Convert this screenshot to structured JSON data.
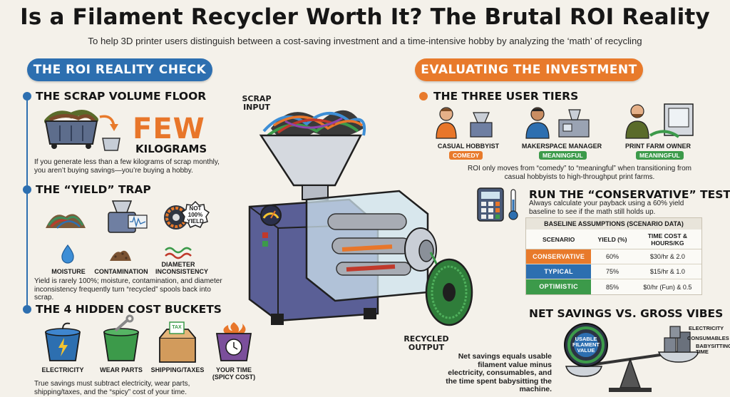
{
  "header": {
    "title": "Is a Filament Recycler Worth It? The Brutal ROI Reality",
    "subtitle": "To help 3D printer users distinguish between a cost-saving investment and a time-intensive hobby by analyzing the ‘math’ of recycling"
  },
  "left": {
    "banner": "THE ROI REALITY CHECK",
    "scrap": {
      "heading": "THE SCRAP VOLUME FLOOR",
      "big": "FEW",
      "unit": "KILOGRAMS",
      "body": "If you generate less than a few kilograms of scrap monthly, you aren’t buying savings—you’re buying a hobby."
    },
    "yield": {
      "heading": "THE “YIELD” TRAP",
      "stamp": "NOT 100% YIELD",
      "labels": [
        "MOISTURE",
        "CONTAMINATION",
        "DIAMETER INCONSISTENCY"
      ],
      "body": "Yield is rarely 100%; moisture, contamination, and diameter inconsistency frequently turn “recycled” spools back into scrap."
    },
    "costs": {
      "heading": "THE 4 HIDDEN COST BUCKETS",
      "buckets": [
        "ELECTRICITY",
        "WEAR PARTS",
        "SHIPPING/TAXES",
        "YOUR TIME (SPICY COST)"
      ],
      "box_label": "TAX",
      "body": "True savings must subtract electricity, wear parts, shipping/taxes, and the “spicy” cost of your time."
    }
  },
  "center": {
    "input_label": "SCRAP INPUT",
    "output_label": "RECYCLED OUTPUT"
  },
  "right": {
    "banner": "EVALUATING THE INVESTMENT",
    "tiers": {
      "heading": "THE THREE USER TIERS",
      "items": [
        {
          "name": "CASUAL HOBBYIST",
          "badge": "COMEDY",
          "color": "#e87a2b"
        },
        {
          "name": "MAKERSPACE MANAGER",
          "badge": "MEANINGFUL",
          "color": "#3c9a4a"
        },
        {
          "name": "PRINT FARM OWNER",
          "badge": "MEANINGFUL",
          "color": "#3c9a4a"
        }
      ],
      "body": "ROI only moves from “comedy” to “meaningful” when transitioning from casual hobbyists to high-throughput print farms."
    },
    "test": {
      "heading": "RUN THE “CONSERVATIVE” TEST",
      "body": "Always calculate your payback using a 60% yield baseline to see if the math still holds up."
    },
    "table": {
      "title": "BASELINE ASSUMPTIONS (SCENARIO DATA)",
      "headers": [
        "SCENARIO",
        "YIELD (%)",
        "TIME COST & HOURS/KG"
      ],
      "rows": [
        {
          "scenario": "CONSERVATIVE",
          "yield": "60%",
          "time": "$30/hr & 2.0",
          "color": "#e87a2b"
        },
        {
          "scenario": "TYPICAL",
          "yield": "75%",
          "time": "$15/hr & 1.0",
          "color": "#2d6fb0"
        },
        {
          "scenario": "OPTIMISTIC",
          "yield": "85%",
          "time": "$0/hr (Fun) & 0.5",
          "color": "#3c9a4a"
        }
      ]
    },
    "net": {
      "heading": "NET SAVINGS VS. GROSS VIBES",
      "body": "Net savings equals usable filament value minus electricity, consumables, and the time spent babysitting the machine.",
      "spool_label": "USABLE FILAMENT VALUE",
      "weights": [
        "ELECTRICITY",
        "CONSUMABLES",
        "BABYSITTING TIME"
      ]
    }
  },
  "colors": {
    "blue": "#2d6fb0",
    "orange": "#e87a2b",
    "green": "#3c9a4a",
    "background": "#f4f1ea"
  }
}
